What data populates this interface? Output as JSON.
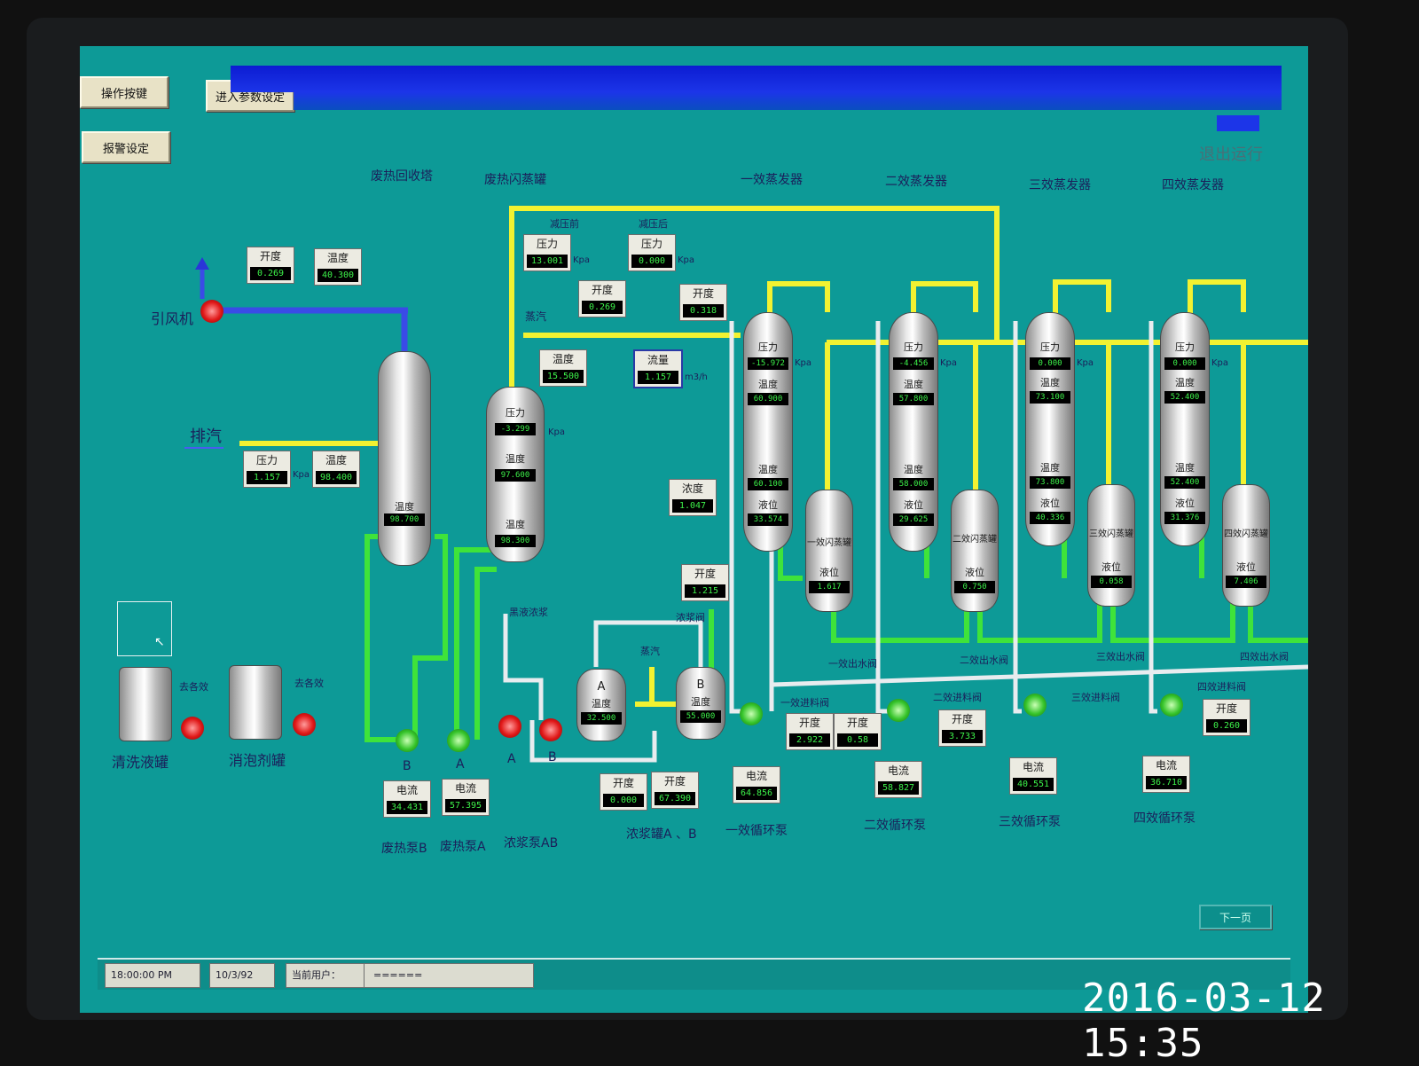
{
  "buttons": {
    "operation": "操作按键",
    "enter_params": "进入参数设定",
    "alarm": "报警设定",
    "exit": "退出运行",
    "next_page": "下一页"
  },
  "titles": {
    "waste_heat_tower": "废热回收塔",
    "waste_heat_flash": "废热闪蒸罐",
    "evap1": "一效蒸发器",
    "evap2": "二效蒸发器",
    "evap3": "三效蒸发器",
    "evap4": "四效蒸发器"
  },
  "labels": {
    "fan": "引风机",
    "exhaust": "排汽",
    "steam": "蒸汽",
    "steam2": "蒸汽",
    "before_reduce": "减压前",
    "after_reduce": "减压后",
    "black_liquor": "黑液浓浆",
    "slurry_valve": "浓浆阀",
    "to_each1": "去各效",
    "to_each2": "去各效",
    "clean_tank": "清洗液罐",
    "defoam_tank": "消泡剂罐",
    "pump_b": "B",
    "pump_a": "A",
    "pump_a2": "A",
    "pump_b2": "B",
    "tank_a": "A",
    "tank_b": "B",
    "flash1": "一效闪蒸罐",
    "flash2": "二效闪蒸罐",
    "flash3": "三效闪蒸罐",
    "flash4": "四效闪蒸罐",
    "out1": "一效出水阀",
    "out2": "二效出水阀",
    "out3": "三效出水阀",
    "out4": "四效出水阀",
    "feed1": "一效进料阀",
    "feed2": "二效进料阀",
    "feed3": "三效进料阀",
    "feed4": "四效进料阀",
    "bottom_heat_b": "废热泵B",
    "bottom_heat_a": "废热泵A",
    "bottom_slurry_ab": "浓浆泵AB",
    "bottom_slurry_tank": "浓浆罐A 、B",
    "bottom_circ1": "一效循环泵",
    "bottom_circ2": "二效循环泵",
    "bottom_circ3": "三效循环泵",
    "bottom_circ4": "四效循环泵"
  },
  "units": {
    "kpa_a": "Kpa",
    "kpa_b": "Kpa",
    "kpa_c": "Kpa",
    "kpa_d": "Kpa",
    "kpa_e": "Kpa",
    "kpa_f": "Kpa",
    "kpa_g": "Kpa",
    "kpa_h": "Kpa",
    "flow": "m3/h"
  },
  "inst": {
    "fan_opening": {
      "t": "开度",
      "v": "0.269"
    },
    "fan_temp": {
      "t": "温度",
      "v": "40.300"
    },
    "exh_pressure": {
      "t": "压力",
      "v": "1.157"
    },
    "exh_temp": {
      "t": "温度",
      "v": "98.400"
    },
    "pre_pressure": {
      "t": "压力",
      "v": "13.001"
    },
    "post_pressure": {
      "t": "压力",
      "v": "0.000"
    },
    "steam_open1": {
      "t": "开度",
      "v": "0.269"
    },
    "steam_open2": {
      "t": "开度",
      "v": "0.318"
    },
    "steam_temp": {
      "t": "温度",
      "v": "15.500"
    },
    "steam_flow": {
      "t": "流量",
      "v": "1.157"
    },
    "concentration": {
      "t": "浓度",
      "v": "1.047"
    },
    "valve_open": {
      "t": "开度",
      "v": "1.215"
    },
    "curr_b": {
      "t": "电流",
      "v": "34.431"
    },
    "curr_a": {
      "t": "电流",
      "v": "57.395"
    },
    "slurry_open1": {
      "t": "开度",
      "v": "0.000"
    },
    "slurry_open2": {
      "t": "开度",
      "v": "67.390"
    },
    "curr_e1": {
      "t": "电流",
      "v": "64.856"
    },
    "feed_open1": {
      "t": "开度",
      "v": "2.922"
    },
    "feed_open2": {
      "t": "开度",
      "v": "0.58"
    },
    "curr_e2": {
      "t": "电流",
      "v": "58.827"
    },
    "feed_open3": {
      "t": "开度",
      "v": "3.733"
    },
    "curr_e3": {
      "t": "电流",
      "v": "40.551"
    },
    "curr_e4": {
      "t": "电流",
      "v": "36.710"
    },
    "feed_open4": {
      "t": "开度",
      "v": "0.260"
    }
  },
  "tower": {
    "label": "温度",
    "value": "98.700"
  },
  "flash_tank": {
    "p_label": "压力",
    "p_value": "-3.299",
    "t1_label": "温度",
    "t1_value": "97.600",
    "t2_label": "温度",
    "t2_value": "98.300"
  },
  "slurry_tanks": [
    {
      "label": "温度",
      "value": "32.500"
    },
    {
      "label": "温度",
      "value": "55.000"
    }
  ],
  "evaporators": [
    {
      "p_label": "压力",
      "p": "-15.972",
      "t_label": "温度",
      "t": "60.900",
      "t2_label": "温度",
      "t2": "60.100",
      "l_label": "液位",
      "l": "33.574"
    },
    {
      "p_label": "压力",
      "p": "-4.456",
      "t_label": "温度",
      "t": "57.800",
      "t2_label": "温度",
      "t2": "58.000",
      "l_label": "液位",
      "l": "29.625"
    },
    {
      "p_label": "压力",
      "p": "0.000",
      "t_label": "温度",
      "t": "73.100",
      "t2_label": "温度",
      "t2": "73.800",
      "l_label": "液位",
      "l": "40.336"
    },
    {
      "p_label": "压力",
      "p": "0.000",
      "t_label": "温度",
      "t": "52.400",
      "t2_label": "温度",
      "t2": "52.400",
      "l_label": "液位",
      "l": "31.376"
    }
  ],
  "flash_levels": [
    {
      "label": "液位",
      "value": "1.617"
    },
    {
      "label": "液位",
      "value": "0.750"
    },
    {
      "label": "液位",
      "value": "0.058"
    },
    {
      "label": "液位",
      "value": "7.406"
    }
  ],
  "status": {
    "time": "18:00:00 PM",
    "date": "10/3/92",
    "user_label": "当前用户：",
    "user_value": "======"
  },
  "photo_timestamp": "2016-03-12 15:35",
  "colors": {
    "screen_bg": "#0d9a97",
    "steam_pipe": "#f2f231",
    "liquid_pipe": "#3fe33a",
    "air_pipe": "#3a4be6",
    "water_pipe": "#e8ecef"
  }
}
